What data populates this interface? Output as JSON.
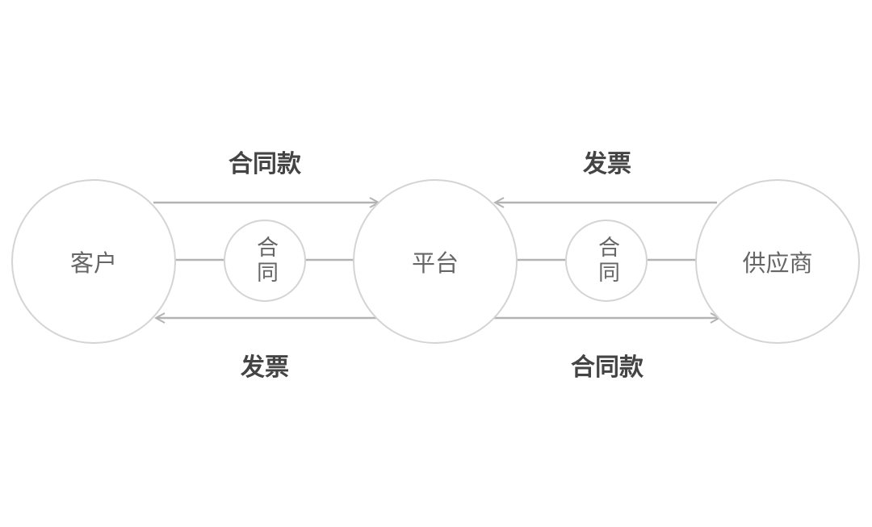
{
  "nodes": {
    "customer": "客户",
    "platform": "平台",
    "supplier": "供应商",
    "contract_left": "合同",
    "contract_right": "合同"
  },
  "flows": {
    "customer_to_platform_top": "合同款",
    "platform_to_customer_bottom": "发票",
    "supplier_to_platform_top": "发票",
    "platform_to_supplier_bottom": "合同款"
  },
  "colors": {
    "line": "#b3b3b3",
    "circle_border": "#d4d4d4",
    "node_text": "#666666",
    "label_text": "#444444"
  }
}
